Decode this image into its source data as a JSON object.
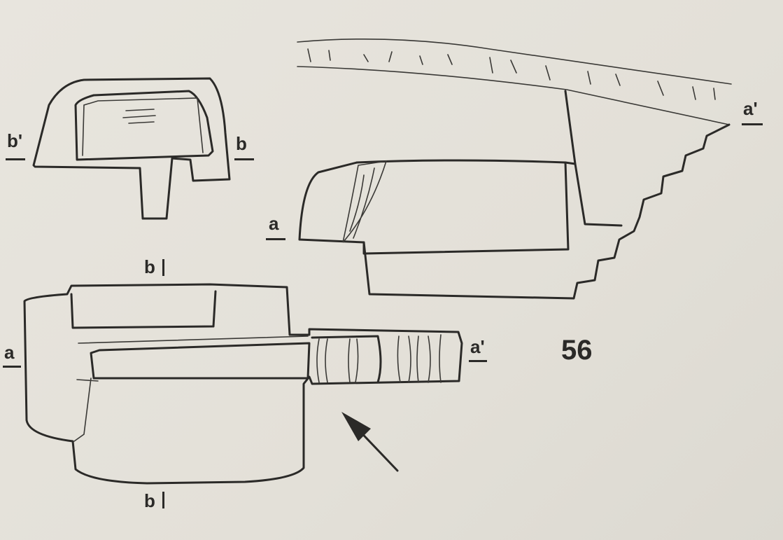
{
  "figure_number": "56",
  "section_view": {
    "left_label": "b'",
    "right_label": "b"
  },
  "elevation_view": {
    "left_label": "a",
    "right_label": "a'"
  },
  "plan_view": {
    "top_label": "b",
    "bottom_label": "b",
    "left_label": "a",
    "right_label": "a'"
  },
  "arrow_icon": "north-arrow"
}
